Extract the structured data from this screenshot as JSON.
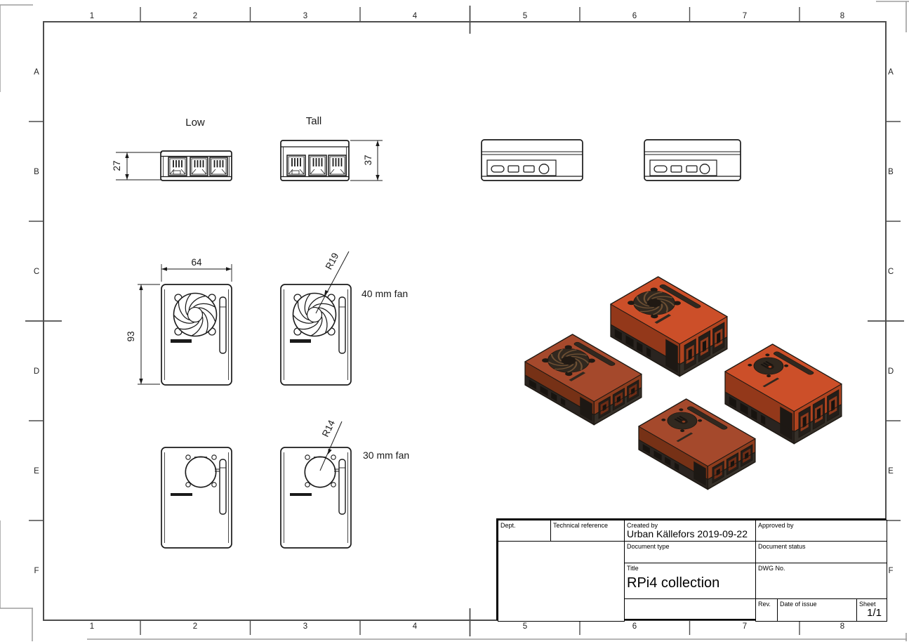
{
  "sheet": {
    "zone_columns": [
      "1",
      "2",
      "3",
      "4",
      "5",
      "6",
      "7",
      "8"
    ],
    "zone_rows": [
      "A",
      "B",
      "C",
      "D",
      "E",
      "F"
    ]
  },
  "views": {
    "front_low_label": "Low",
    "front_tall_label": "Tall",
    "dim_front_low_height": "27",
    "dim_front_tall_height": "37",
    "dim_top_width": "64",
    "dim_top_length": "93",
    "fan40_radius": "R19",
    "fan40_note": "40 mm fan",
    "fan30_radius": "R14",
    "fan30_note": "30 mm fan"
  },
  "title_block": {
    "dept_label": "Dept.",
    "technical_reference_label": "Technical reference",
    "created_by_label": "Created by",
    "created_by_value": "Urban Källefors 2019-09-22",
    "approved_by_label": "Approved by",
    "document_type_label": "Document type",
    "document_status_label": "Document status",
    "title_label": "Title",
    "title_value": "RPi4 collection",
    "dwg_no_label": "DWG No.",
    "rev_label": "Rev.",
    "date_of_issue_label": "Date of issue",
    "sheet_label": "Sheet",
    "sheet_value": "1/1"
  },
  "iso_cases": [
    {
      "name": "case-tall-40mm-fan",
      "fan": "40 mm",
      "profile": "tall",
      "color_key": "orange"
    },
    {
      "name": "case-low-40mm-fan",
      "fan": "40 mm",
      "profile": "low",
      "color_key": "red"
    },
    {
      "name": "case-tall-30mm-fan",
      "fan": "30 mm",
      "profile": "tall",
      "color_key": "orange"
    },
    {
      "name": "case-low-30mm-fan",
      "fan": "30 mm",
      "profile": "low",
      "color_key": "red"
    }
  ],
  "colors": {
    "line": "#1a1a1a",
    "frame": "#4d4d4d",
    "sheet_edge": "#9e9e9e",
    "case_orange_top": "#cc4f29",
    "case_orange_left": "#93381a",
    "case_orange_right": "#b0431f",
    "case_orange_port": "#8f3a1c",
    "case_red_top": "#a5492c",
    "case_red_left": "#763116",
    "case_red_right": "#8d3c1d",
    "case_red_port": "#6e2c15",
    "case_base_left": "#2a2420",
    "case_base_right": "#363029",
    "case_opening": "#31281f",
    "fan_blade_iso": "#6d4f33"
  }
}
